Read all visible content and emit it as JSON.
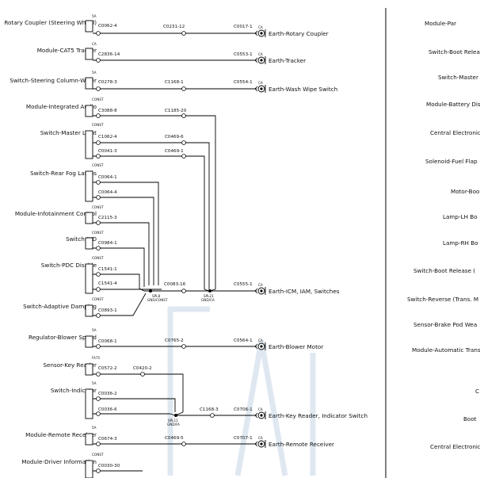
{
  "left_panel": {
    "components": [
      {
        "label": "Rotary Coupler (Steering Wheel)",
        "fuse": "5A",
        "pins": [
          "C0062-4"
        ]
      },
      {
        "label": "Module-CAT5 Tracker",
        "fuse": "CA",
        "pins": [
          "C2836-14"
        ]
      },
      {
        "label": "Switch-Steering Column-Wiper",
        "fuse": "5A",
        "pins": [
          "C0278-3"
        ]
      },
      {
        "label": "Module-Integrated Audio",
        "fuse": "CONST",
        "pins": [
          "C3088-8"
        ]
      },
      {
        "label": "Switch-Master Light",
        "fuse": "CONST",
        "pins": [
          "C1062-4",
          "C0041-3"
        ]
      },
      {
        "label": "Switch-Rear Fog Lamps",
        "fuse": "CONST",
        "pins": [
          "C0064-1",
          "C0064-4"
        ]
      },
      {
        "label": "Module-Infotainment Control",
        "fuse": "CONST",
        "pins": [
          "C2115-3"
        ]
      },
      {
        "label": "Switch-IVD",
        "fuse": "CONST",
        "pins": [
          "C0984-1"
        ]
      },
      {
        "label": "Switch-PDC Disable",
        "fuse": "CONST",
        "pins": [
          "C1541-1",
          "C1541-4"
        ]
      },
      {
        "label": "Switch-Adaptive Damping",
        "fuse": "CONST",
        "pins": [
          "C0893-1"
        ]
      },
      {
        "label": "Regulator-Blower Speed",
        "fuse": "5A",
        "pins": [
          "C0068-1"
        ]
      },
      {
        "label": "Sensor-Key Reader",
        "fuse": "FA75",
        "pins": [
          "C0572-2"
        ]
      },
      {
        "label": "Switch-Indicator",
        "fuse": "5A",
        "pins": [
          "C0036-2",
          "C0036-6"
        ]
      },
      {
        "label": "Module-Remote Receiver",
        "fuse": "5A",
        "pins": [
          "C0674-3"
        ]
      },
      {
        "label": "Module-Driver Information",
        "fuse": "CONST",
        "pins": [
          "C0030-30"
        ]
      }
    ],
    "mid_pins": {
      "rotary": "C0231-12",
      "wiper": "C1168-1",
      "audio": "C1185-20",
      "master_a": "C0469-6",
      "master_b": "C0469-1",
      "spl8_out": "C0083-16",
      "blower": "C0765-2",
      "key_reader": "C0420-2",
      "indicator": "C1168-3",
      "remote": "C0469-5"
    },
    "earth_pins": {
      "rotary": "C0017-1",
      "tracker": "C0553-1",
      "wiper": "C0554-1",
      "ican": "C0555-1",
      "blower": "C0564-1",
      "key_indicator": "C0706-1",
      "remote": "C0707-1"
    },
    "earth_fuse": "CA",
    "earths": {
      "rotary": "Earth-Rotary Coupler",
      "tracker": "Earth-Tracker",
      "wiper": "Earth-Wash Wipe Switch",
      "ican": "Earth-ICM, IAM, Switches",
      "blower": "Earth-Blower Motor",
      "key_indicator": "Earth-Key Reader, Indicator Switch",
      "remote": "Earth-Remote Receiver"
    },
    "splices": {
      "spl8": {
        "name": "SPL8",
        "sub": "GND/CONST"
      },
      "spl21": {
        "name": "SPL21",
        "sub": "GND/CA"
      },
      "spl11": {
        "name": "SPL11",
        "sub": "GND/FA"
      }
    }
  },
  "right_panel": {
    "labels": [
      "Module-Par",
      "Switch-Boot Relea",
      "Switch-Master",
      "Module-Battery Dis",
      "Central Electronic",
      "Solenoid-Fuel Flap",
      "Motor-Boo",
      "Lamp-LH Bo",
      "Lamp-RH Bo",
      "Switch-Boot Release (",
      "Switch-Reverse (Trans. M",
      "Sensor-Brake Pod Wea",
      "Module-Automatic Trans",
      "C",
      "Boot",
      "Central Electronic"
    ]
  }
}
